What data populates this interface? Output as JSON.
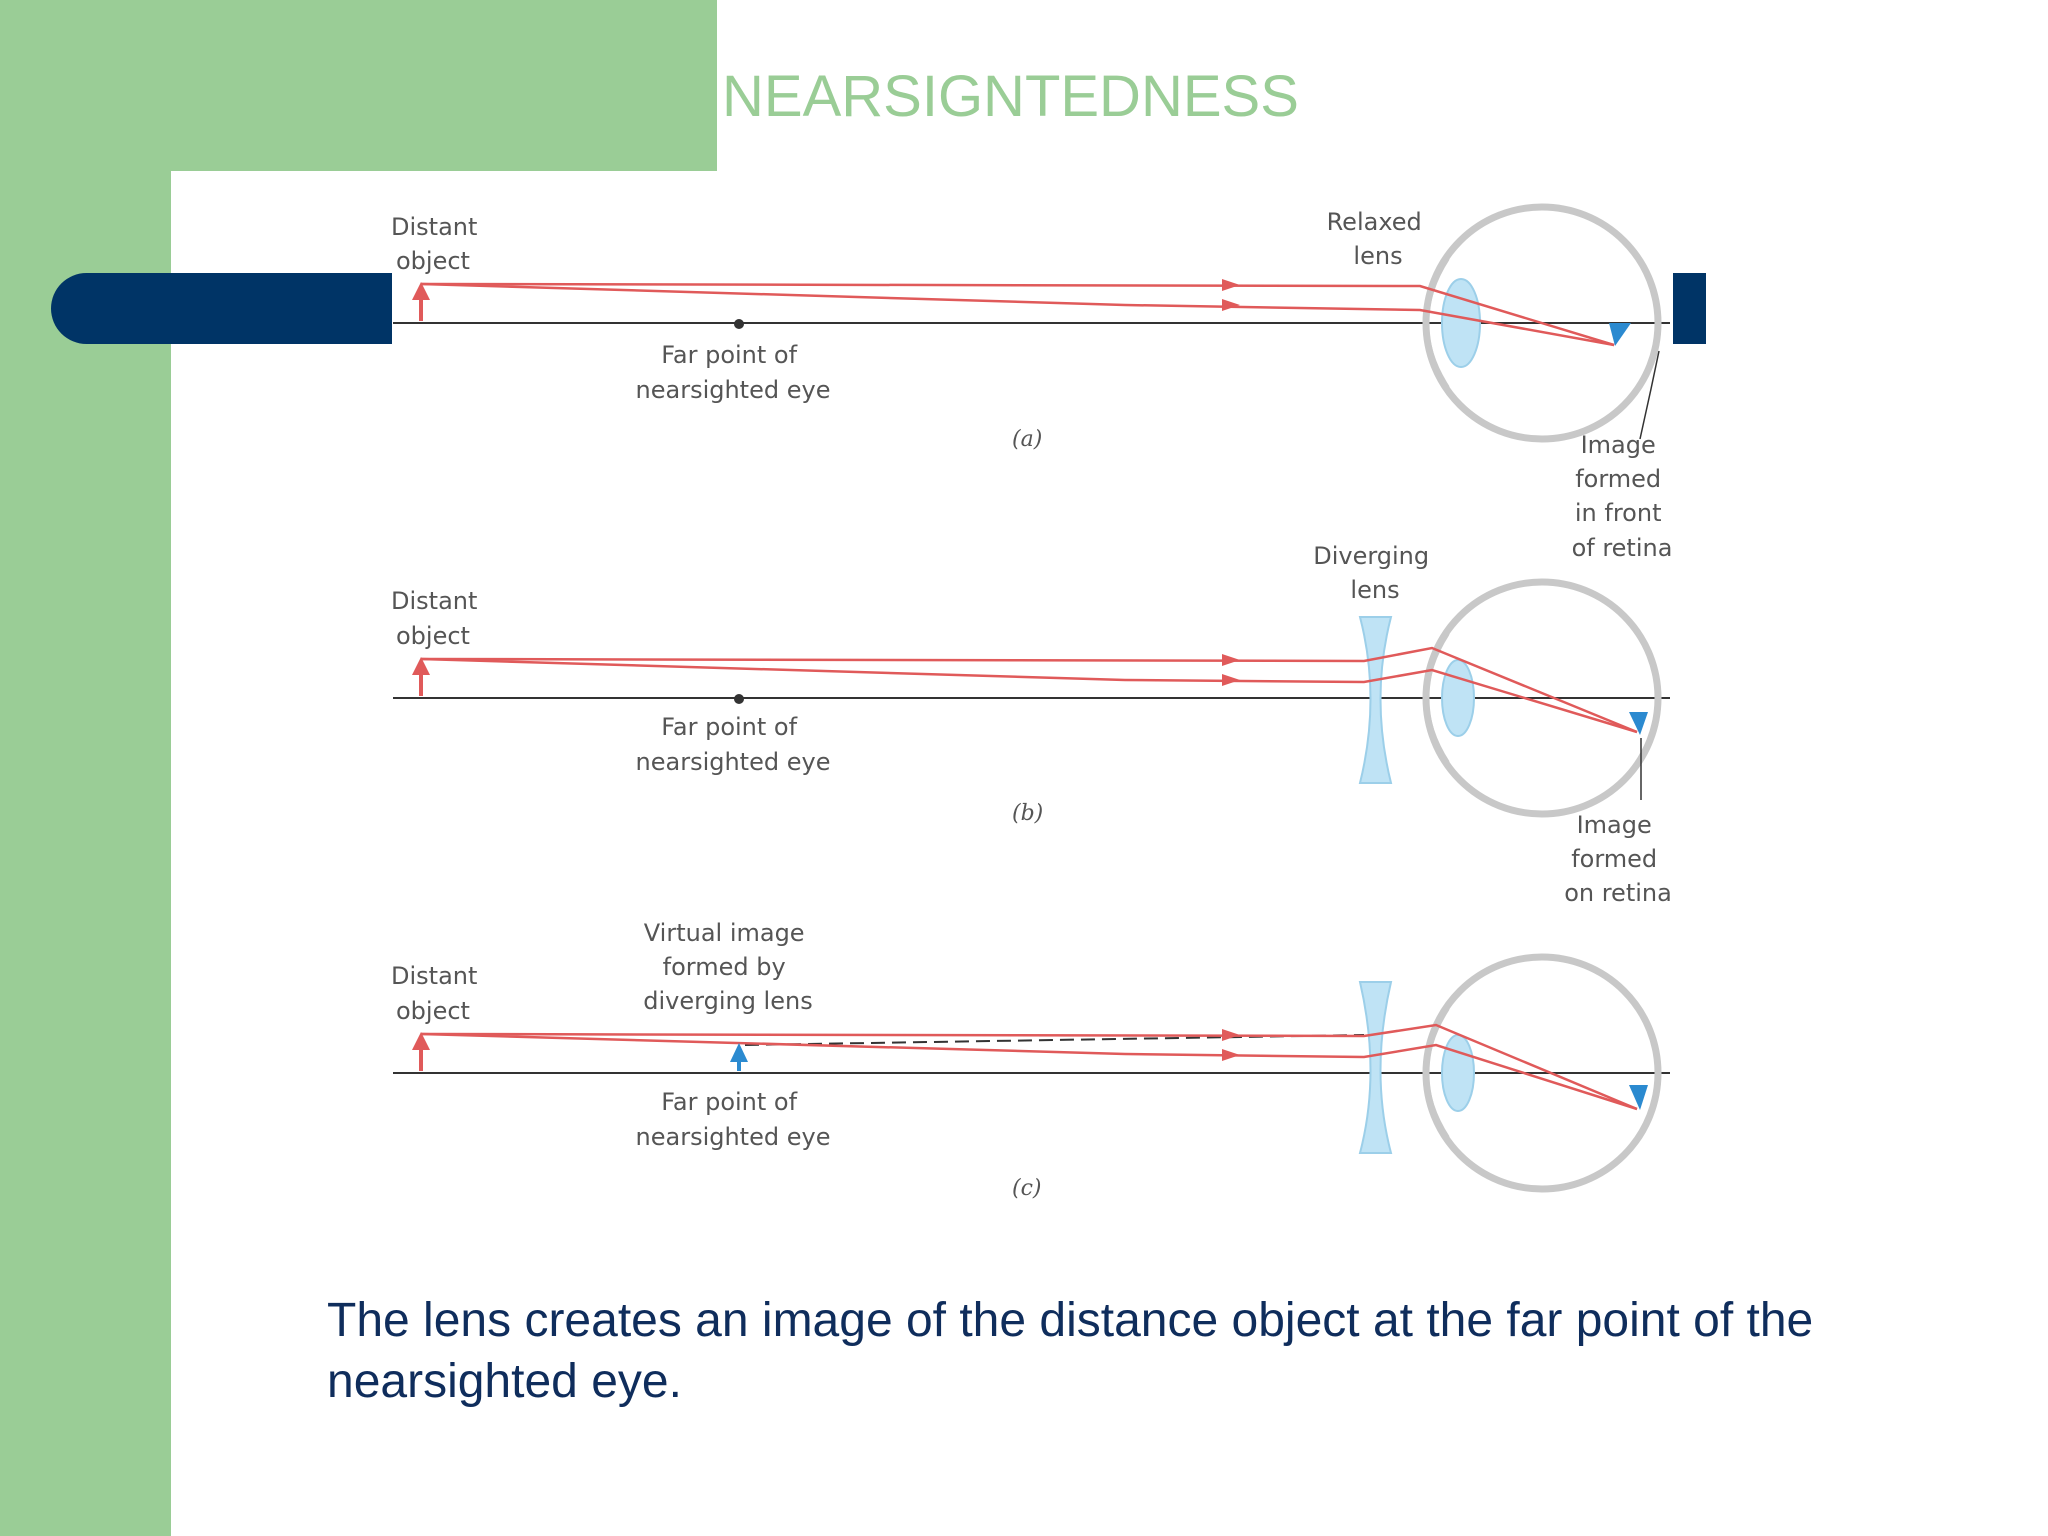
{
  "slide": {
    "title": "NEARSIGNTEDNESS",
    "caption": "The lens creates an image of the distance object at the far point of the nearsighted eye."
  },
  "colors": {
    "accent_green": "#9acd96",
    "navy": "#003466",
    "ray_red": "#e05a5a",
    "lens_blue": "#bfe3f5",
    "image_blue": "#2b8ad0",
    "eye_gray": "#c8c8c8",
    "caption_blue": "#0f2d5c"
  },
  "diagram": {
    "panel_a": {
      "distant_object": [
        "Distant",
        "object"
      ],
      "far_point": [
        "Far point of",
        "nearsighted eye"
      ],
      "relaxed_lens": [
        "Relaxed",
        "lens"
      ],
      "image_label": [
        "Image",
        "formed",
        "in front",
        "of retina"
      ],
      "caption": "(a)"
    },
    "panel_b": {
      "distant_object": [
        "Distant",
        "object"
      ],
      "far_point": [
        "Far point of",
        "nearsighted eye"
      ],
      "diverging_lens": [
        "Diverging",
        "lens"
      ],
      "image_label": [
        "Image",
        "formed",
        "on retina"
      ],
      "caption": "(b)"
    },
    "panel_c": {
      "distant_object": [
        "Distant",
        "object"
      ],
      "virtual_image": [
        "Virtual image",
        "formed by",
        "diverging lens"
      ],
      "far_point": [
        "Far point of",
        "nearsighted eye"
      ],
      "caption": "(c)"
    }
  }
}
